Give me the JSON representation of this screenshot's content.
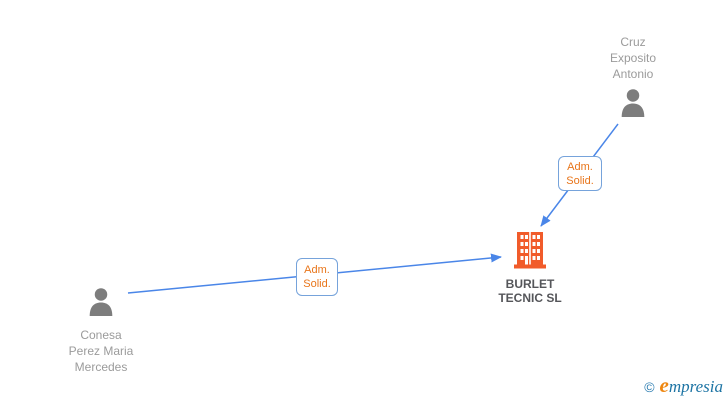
{
  "diagram": {
    "nodes": {
      "person_top": {
        "type": "person",
        "icon": "person-icon",
        "name_lines": [
          "Cruz",
          "Exposito",
          "Antonio"
        ]
      },
      "person_left": {
        "type": "person",
        "icon": "person-icon",
        "name_lines": [
          "Conesa",
          "Perez Maria",
          "Mercedes"
        ]
      },
      "company": {
        "type": "company",
        "icon": "building-icon",
        "name_lines": [
          "BURLET",
          "TECNIC SL"
        ]
      }
    },
    "edges": [
      {
        "from": "person_left",
        "to": "company",
        "label_lines": [
          "Adm.",
          "Solid."
        ]
      },
      {
        "from": "person_top",
        "to": "company",
        "label_lines": [
          "Adm.",
          "Solid."
        ]
      }
    ]
  },
  "colors": {
    "arrow": "#4a86e8",
    "edge_label_text": "#e8751a",
    "edge_label_border": "#76a3db",
    "person_icon": "#7d7d7d",
    "person_name": "#9b9b9b",
    "company_icon": "#f15b2a",
    "company_name": "#55565a",
    "logo_blue": "#1d74a4",
    "logo_orange": "#ee8711"
  },
  "footer": {
    "copyright_symbol": "©",
    "brand_initial": "e",
    "brand_rest": "mpresia"
  }
}
